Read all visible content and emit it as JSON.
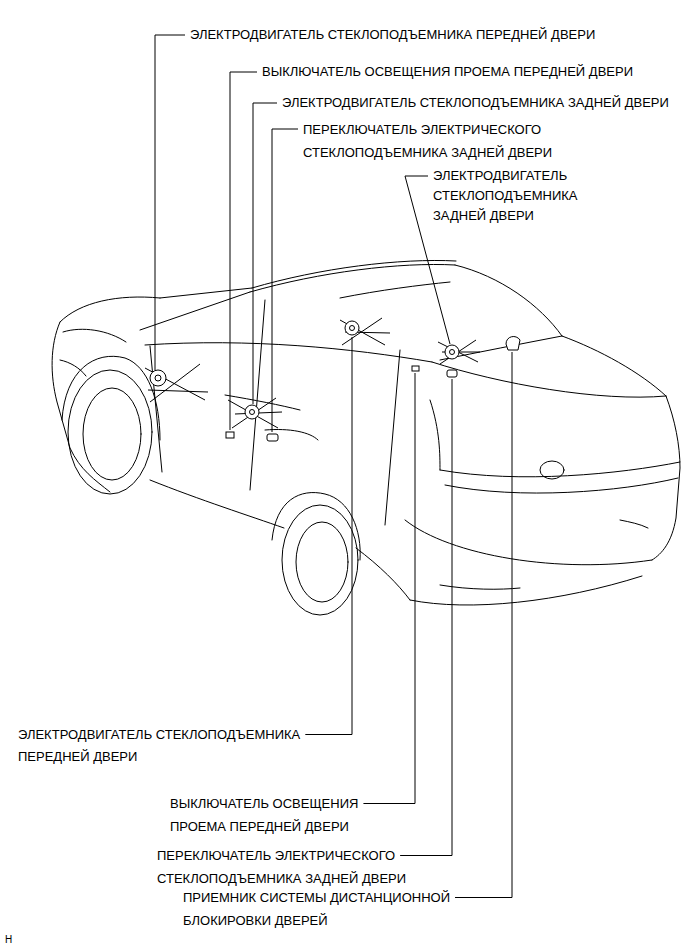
{
  "diagram": {
    "labels": [
      "ЭЛЕКТРОДВИГАТЕЛЬ СТЕКЛОПОДЪЕМНИКА ПЕРЕДНЕЙ ДВЕРИ",
      "ВЫКЛЮЧАТЕЛЬ ОСВЕЩЕНИЯ ПРОЕМА ПЕРЕДНЕЙ ДВЕРИ",
      "ЭЛЕКТРОДВИГАТЕЛЬ СТЕКЛОПОДЪЕМНИКА ЗАДНЕЙ ДВЕРИ",
      "ПЕРЕКЛЮЧАТЕЛЬ ЭЛЕКТРИЧЕСКОГО СТЕКЛОПОДЪЕМНИКА ЗАДНЕЙ ДВЕРИ",
      "ЭЛЕКТРОДВИГАТЕЛЬ СТЕКЛОПОДЪЕМНИКА ЗАДНЕЙ ДВЕРИ",
      "ЭЛЕКТРОДВИГАТЕЛЬ СТЕКЛОПОДЪЕМНИКА ПЕРЕДНЕЙ ДВЕРИ",
      "ВЫКЛЮЧАТЕЛЬ ОСВЕЩЕНИЯ ПРОЕМА ПЕРЕДНЕЙ ДВЕРИ",
      "ПЕРЕКЛЮЧАТЕЛЬ ЭЛЕКТРИЧЕСКОГО СТЕКЛОПОДЪЕМНИКА ЗАДНЕЙ ДВЕРИ",
      "ПРИЕМНИК СИСТЕМЫ ДИСТАНЦИОННОЙ БЛОКИРОВКИ ДВЕРЕЙ",
      "H"
    ]
  }
}
